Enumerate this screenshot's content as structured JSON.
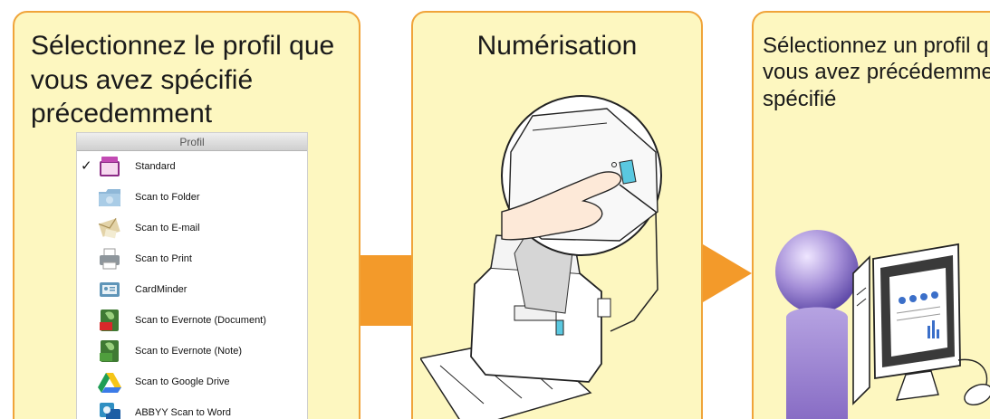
{
  "panels": [
    {
      "title": "Sélectionnez le profil que vous avez spécifié précedemment"
    },
    {
      "title": "Numérisation"
    },
    {
      "title": "Sélectionnez un profil que vous avez précédemment spécifié"
    }
  ],
  "profile_menu": {
    "header": "Profil",
    "selected_index": 0,
    "items": [
      {
        "label": "Standard",
        "icon": "standard-profile-icon"
      },
      {
        "label": "Scan to Folder",
        "icon": "folder-icon"
      },
      {
        "label": "Scan to E-mail",
        "icon": "email-icon"
      },
      {
        "label": "Scan to Print",
        "icon": "printer-icon"
      },
      {
        "label": "CardMinder",
        "icon": "cardminder-icon"
      },
      {
        "label": "Scan to Evernote (Document)",
        "icon": "evernote-pdf-icon"
      },
      {
        "label": "Scan to Evernote (Note)",
        "icon": "evernote-jpg-icon"
      },
      {
        "label": "Scan to Google Drive",
        "icon": "google-drive-icon"
      },
      {
        "label": "ABBYY Scan to Word",
        "icon": "abbyy-word-icon"
      }
    ]
  },
  "colors": {
    "panel_fill": "#fdf7c0",
    "panel_border": "#f0a43a",
    "arrow": "#f39a2a",
    "scan_button": "#5ac8e0",
    "user_figure": "#8e70c4"
  }
}
